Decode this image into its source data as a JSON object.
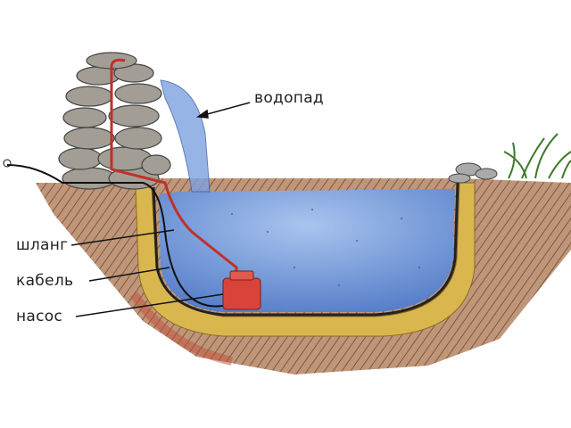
{
  "labels": {
    "waterfall": "водопад",
    "hose": "шланг",
    "cable": "кабель",
    "pump": "насос"
  },
  "colors": {
    "water": "#5d86d0",
    "soil": "#8a5a3c",
    "sand": "#d9b74e",
    "pump": "#d9443a",
    "hose": "#c0302a",
    "rock": "#9a958c"
  }
}
